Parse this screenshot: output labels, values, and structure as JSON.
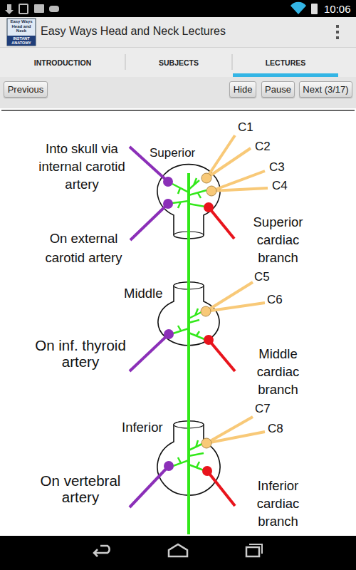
{
  "diagram": {
    "title": "Easy Ways Head and Neck Lectures",
    "nodes": [
      {
        "text": [
          "Previous"
        ]
      },
      {
        "text": [
          "Hide"
        ]
      },
      {
        "text": [
          "Pause"
        ]
      },
      {
        "text": [
          "Next (3/17)"
        ]
      },
      {
        "text": [
          "Superior"
        ]
      },
      {
        "text": [
          "Middle"
        ]
      },
      {
        "text": [
          "Inferior"
        ]
      }
    ],
    "edges": [
      {
        "from": 4,
        "to": 5,
        "arrow": "none"
      },
      {
        "from": 5,
        "to": 6,
        "arrow": "none"
      }
    ],
    "labels": [
      "10:06",
      "Easy Ways Head and Neck",
      "INSTANT ANATOMY",
      "INTRODUCTION",
      "SUBJECTS",
      "LECTURES",
      "Into skull via internal carotid artery",
      "C1",
      "C2",
      "C3",
      "C4",
      "On external carotid artery",
      "Superior cardiac branch",
      "C5",
      "C6",
      "On inf. thyroid artery",
      "Middle cardiac branch",
      "C7",
      "C8",
      "On vertebral artery",
      "Inferior cardiac branch"
    ]
  }
}
